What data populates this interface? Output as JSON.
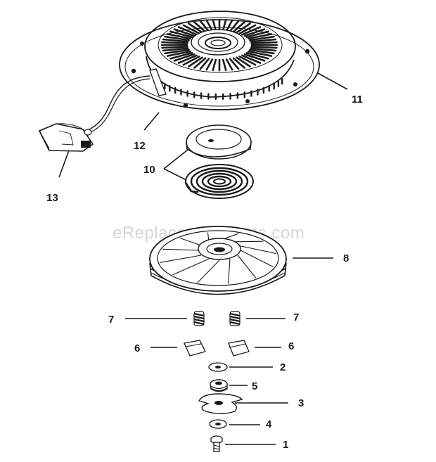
{
  "watermark": "eReplacementParts.com",
  "parts": [
    {
      "key": "p11",
      "label": "11"
    },
    {
      "key": "p12",
      "label": "12"
    },
    {
      "key": "p13",
      "label": "13"
    },
    {
      "key": "p10",
      "label": "10"
    },
    {
      "key": "p8",
      "label": "8"
    },
    {
      "key": "p7a",
      "label": "7"
    },
    {
      "key": "p7b",
      "label": "7"
    },
    {
      "key": "p6a",
      "label": "6"
    },
    {
      "key": "p6b",
      "label": "6"
    },
    {
      "key": "p2",
      "label": "2"
    },
    {
      "key": "p5",
      "label": "5"
    },
    {
      "key": "p3",
      "label": "3"
    },
    {
      "key": "p4",
      "label": "4"
    },
    {
      "key": "p1",
      "label": "1"
    }
  ]
}
